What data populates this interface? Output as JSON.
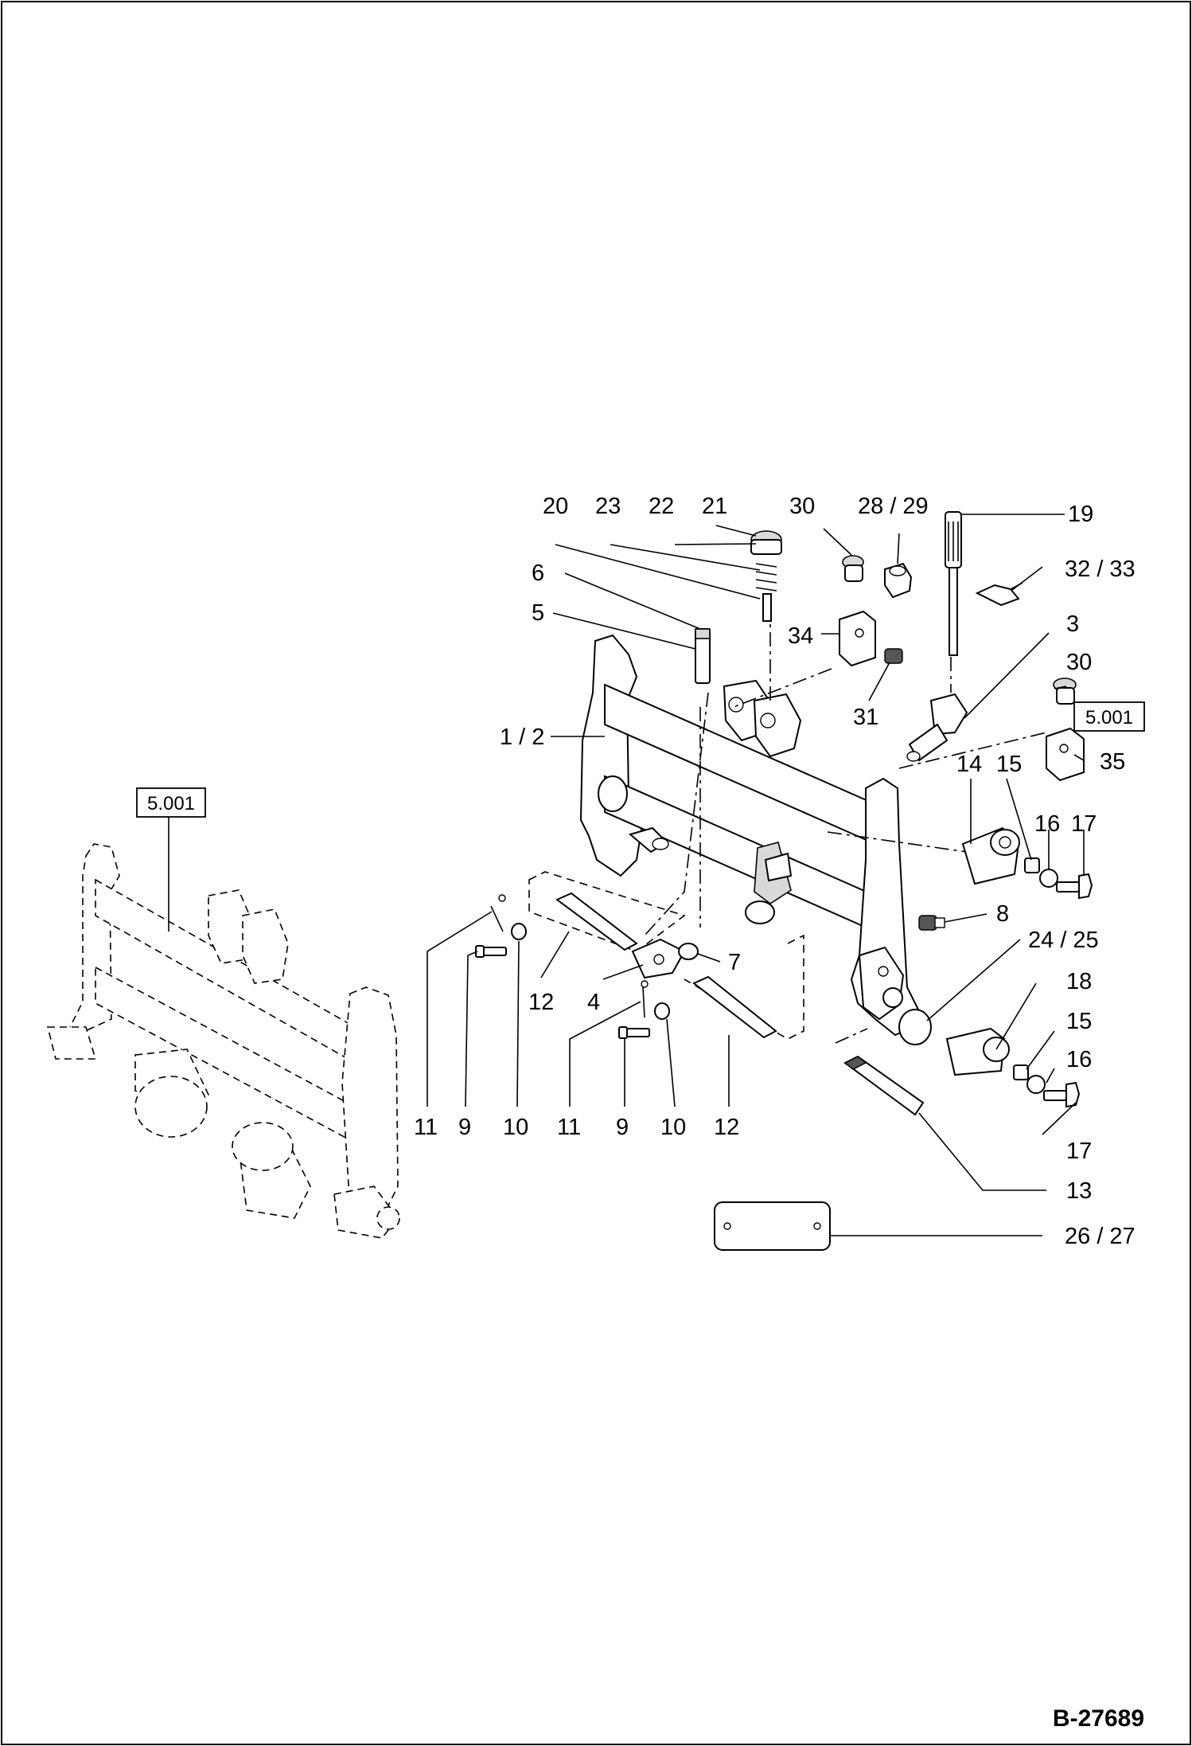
{
  "drawing_number": "B-27689",
  "reference_label": "5.001",
  "callouts": {
    "c20": "20",
    "c23": "23",
    "c22": "22",
    "c21": "21",
    "c30a": "30",
    "c28_29": "28 / 29",
    "c19": "19",
    "c6": "6",
    "c32_33": "32 / 33",
    "c5": "5",
    "c34": "34",
    "c3": "3",
    "c30b": "30",
    "c31": "31",
    "c1_2": "1 / 2",
    "c35": "35",
    "c14": "14",
    "c15a": "15",
    "c16a": "16",
    "c17a": "17",
    "c8": "8",
    "c24_25": "24 / 25",
    "c7": "7",
    "c12a": "12",
    "c4": "4",
    "c18": "18",
    "c15b": "15",
    "c16b": "16",
    "c11a": "11",
    "c9a": "9",
    "c10a": "10",
    "c11b": "11",
    "c9b": "9",
    "c10b": "10",
    "c12b": "12",
    "c17b": "17",
    "c13": "13",
    "c26_27": "26 / 27"
  }
}
